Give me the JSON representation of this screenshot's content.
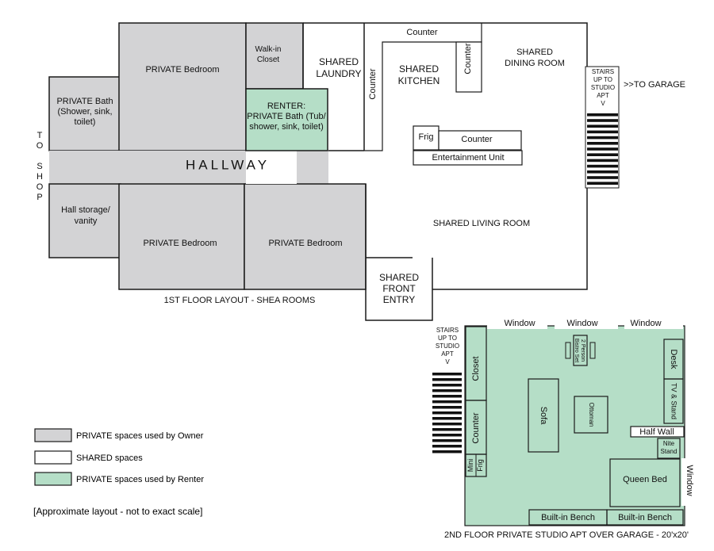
{
  "colors": {
    "owner": "#d3d3d5",
    "shared": "#ffffff",
    "renter": "#b5dec7",
    "line": "#1a1a1a"
  },
  "first_floor": {
    "title": "1ST FLOOR LAYOUT - SHEA ROOMS",
    "to_shop": [
      "T",
      "O",
      "",
      "S",
      "H",
      "O",
      "P"
    ],
    "private_bath": [
      "PRIVATE Bath",
      "(Shower, sink,",
      "toilet)"
    ],
    "bedroom_top": "PRIVATE Bedroom",
    "walk_in_closet": [
      "Walk-in",
      "Closet"
    ],
    "renter_bath": [
      "RENTER:",
      "PRIVATE Bath (Tub/",
      "shower, sink, toilet)"
    ],
    "shared_laundry": [
      "SHARED",
      "LAUNDRY"
    ],
    "counter_left": "Counter",
    "counter_top": "Counter",
    "counter_right": "Counter",
    "shared_kitchen": [
      "SHARED",
      "KITCHEN"
    ],
    "shared_dining": [
      "SHARED",
      "DINING ROOM"
    ],
    "stairs": [
      "STAIRS",
      "UP TO",
      "STUDIO",
      "APT",
      "V"
    ],
    "to_garage": ">>TO GARAGE",
    "frig": "Frig",
    "counter_island": "Counter",
    "entertainment": "Entertainment Unit",
    "hallway": "HALLWAY",
    "hall_storage": [
      "Hall storage/",
      "vanity"
    ],
    "bedroom_bottom_left": "PRIVATE Bedroom",
    "bedroom_bottom_right": "PRIVATE Bedroom",
    "shared_living": "SHARED LIVING ROOM",
    "shared_entry": [
      "SHARED",
      "FRONT",
      "ENTRY"
    ]
  },
  "second_floor": {
    "title": "2ND FLOOR PRIVATE STUDIO APT OVER GARAGE - 20'x20'",
    "stairs": [
      "STAIRS",
      "UP TO",
      "STUDIO",
      "APT",
      "V"
    ],
    "windows_top": [
      "Window",
      "Window",
      "Window"
    ],
    "window_right": "Window",
    "closet": "Closet",
    "counter": "Counter",
    "mini_frig": [
      "Mini",
      "Frig"
    ],
    "bistro": [
      "2 Person",
      "Bistro Set"
    ],
    "sofa": "Sofa",
    "ottoman": "Ottoman",
    "desk": "Desk",
    "tv_stand": "TV & Stand",
    "half_wall": "Half Wall",
    "nite_stand": [
      "Nite",
      "Stand"
    ],
    "queen_bed": "Queen Bed",
    "bench_left": "Built-in Bench",
    "bench_right": "Built-in Bench"
  },
  "legend": {
    "owner": "PRIVATE spaces used by Owner",
    "shared": "SHARED spaces",
    "renter": "PRIVATE spaces used by Renter",
    "note": "[Approximate layout - not to exact scale]"
  }
}
